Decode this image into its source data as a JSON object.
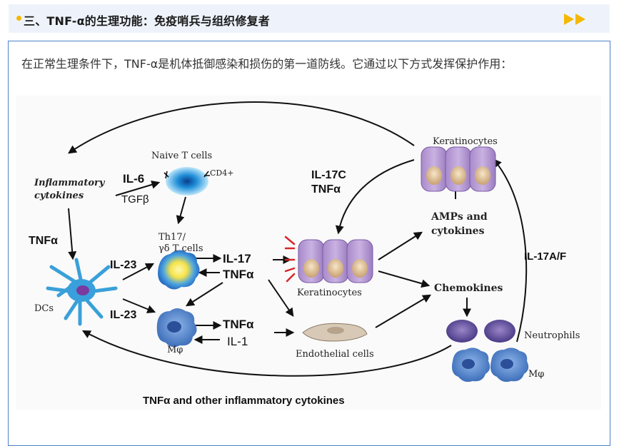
{
  "header": {
    "title": "三、TNF-α的生理功能：免疫哨兵与组织修复者",
    "bullet_color": "#f5b800",
    "accent_color": "#f5b800",
    "background": "#eef3fb",
    "more_icon": "double-play-icon"
  },
  "intro": "在正常生理条件下，TNF-α是机体抵御感染和损伤的第一道防线。它通过以下方式发挥保护作用：",
  "diagram": {
    "nodes": {
      "naive_t": "Naive T cells",
      "cd4": "CD4+",
      "inflam_1": "Inflammatory",
      "inflam_2": "cytokines",
      "th17_1": "Th17/",
      "th17_2": "γδ T cells",
      "dcs": "DCs",
      "mphi_left": "Mφ",
      "keratinocytes_top": "Keratinocytes",
      "keratinocytes_mid": "Keratinocytes",
      "endothelial": "Endothelial cells",
      "amps_1": "AMPs and",
      "amps_2": "cytokines",
      "chemokines": "Chemokines",
      "neutrophils": "Neutrophils",
      "mphi_right": "Mφ"
    },
    "labels": {
      "il6": "IL-6",
      "tgfb": "TGFβ",
      "tnfa_left": "TNFα",
      "il23_top": "IL-23",
      "il23_bottom": "IL-23",
      "il17": "IL-17",
      "tnfa_mid": "TNFα",
      "tnfa_low": "TNFα",
      "il1": "IL-1",
      "il17c": "IL-17C",
      "tnfa_kc": "TNFα",
      "il17af": "IL-17A/F",
      "bottom": "TNFα and other inflammatory cytokines"
    }
  }
}
